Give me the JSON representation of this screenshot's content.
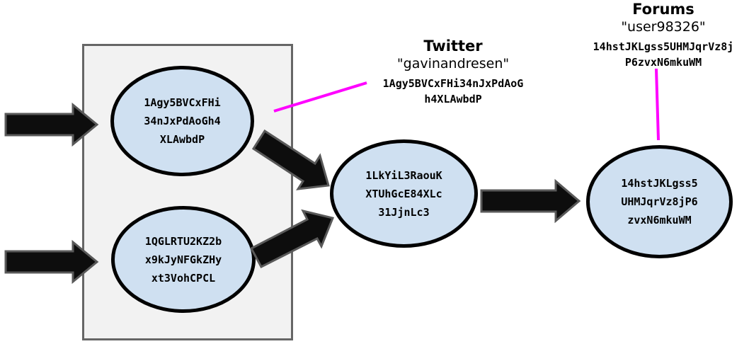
{
  "colors": {
    "background": "#ffffff",
    "node_fill": "#cfe0f1",
    "node_border": "#000000",
    "box_fill": "#f2f2f2",
    "box_border": "#666666",
    "arrow_fill": "#0d0d0d",
    "arrow_outline": "#595959",
    "annotation_line": "#ff00ff",
    "text": "#000000"
  },
  "nodes": [
    {
      "lines": [
        "1Agy5BVCxFHi",
        "34nJxPdAoGh4",
        "XLAwbdP"
      ]
    },
    {
      "lines": [
        "1QGLRTU2KZ2b",
        "x9kJyNFGkZHy",
        "xt3VohCPCL"
      ]
    },
    {
      "lines": [
        "1LkYiL3RaouK",
        "XTUhGcE84XLc",
        "31JjnLc3"
      ]
    },
    {
      "lines": [
        "14hstJKLgss5",
        "UHMJqrVz8jP6",
        "zvxN6mkuWM"
      ]
    }
  ],
  "annotations": {
    "twitter": {
      "title": "Twitter",
      "username": "\"gavinandresen\"",
      "address_lines": [
        "1Agy5BVCxFHi34nJxPdAoG",
        "h4XLAwbdP"
      ]
    },
    "forums": {
      "title": "Forums",
      "username": "\"user98326\"",
      "address_lines": [
        "14hstJKLgss5UHMJqrVz8j",
        "P6zvxN6mkuWM"
      ]
    }
  }
}
